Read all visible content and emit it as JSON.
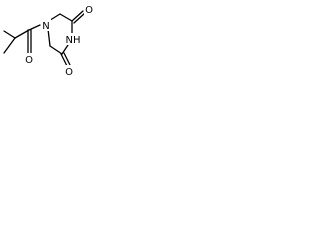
{
  "atoms": {
    "o_acyl": "O",
    "n_ring": "N",
    "o_ring_top": "O",
    "nh_ring": "NH",
    "o_ring_bottom": "O"
  },
  "colors": {
    "ink": "#000000",
    "background": "#ffffff"
  }
}
